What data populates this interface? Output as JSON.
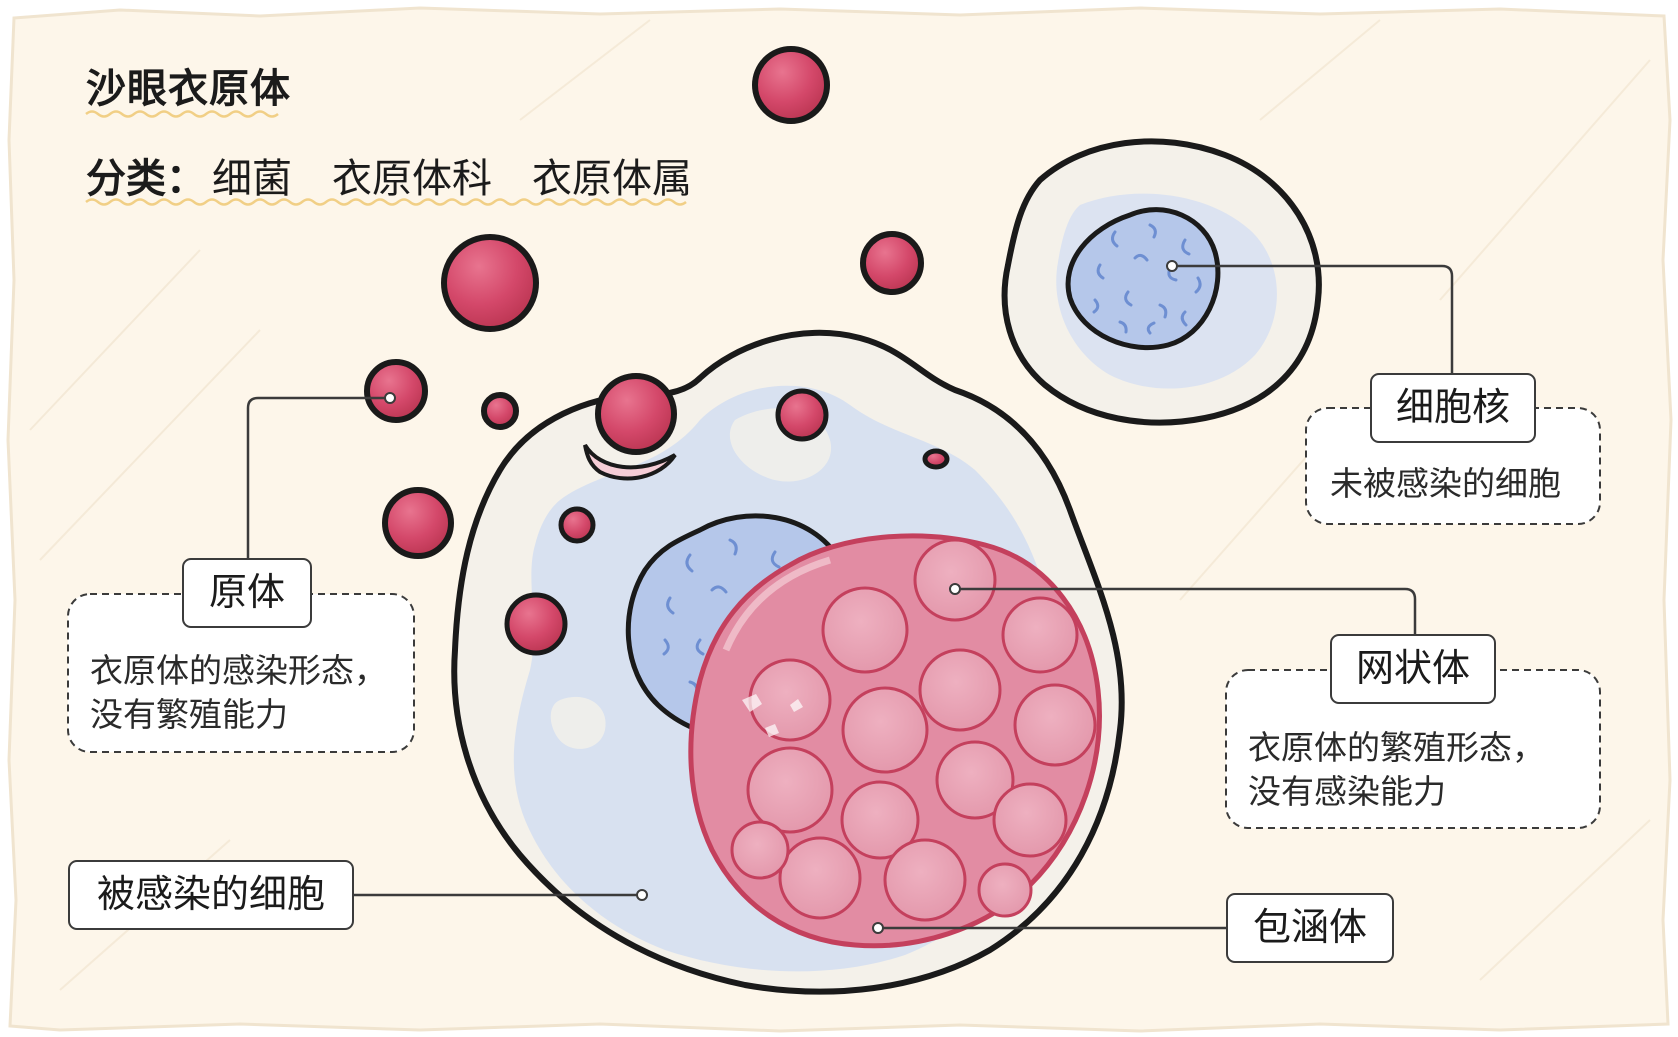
{
  "title": "沙眼衣原体",
  "classification": {
    "label": "分类：",
    "values": [
      "细菌",
      "衣原体科",
      "衣原体属"
    ]
  },
  "labels": {
    "elementary_body": {
      "name": "原体",
      "description": [
        "衣原体的感染形态，",
        "没有繁殖能力"
      ]
    },
    "nucleus": {
      "name": "细胞核",
      "description": [
        "未被感染的细胞"
      ]
    },
    "reticulate_body": {
      "name": "网状体",
      "description": [
        "衣原体的繁殖形态，",
        "没有感染能力"
      ]
    },
    "infected_cell": {
      "name": "被感染的细胞"
    },
    "inclusion_body": {
      "name": "包涵体"
    }
  },
  "colors": {
    "background": "#fdf6ea",
    "cell_fill": "#f4f1ea",
    "cytoplasm_blue": "#d5dff1",
    "nucleus_blue": "#b5c7ea",
    "nucleus_pattern": "#6e8fd2",
    "elementary_body": "#d4486a",
    "inclusion_fill": "#e28ca3",
    "reticulate_fill": "#eaa3b5",
    "reticulate_edge": "#c4405d",
    "outline": "#1a1a1a",
    "leader_line": "#3b3b3b"
  }
}
